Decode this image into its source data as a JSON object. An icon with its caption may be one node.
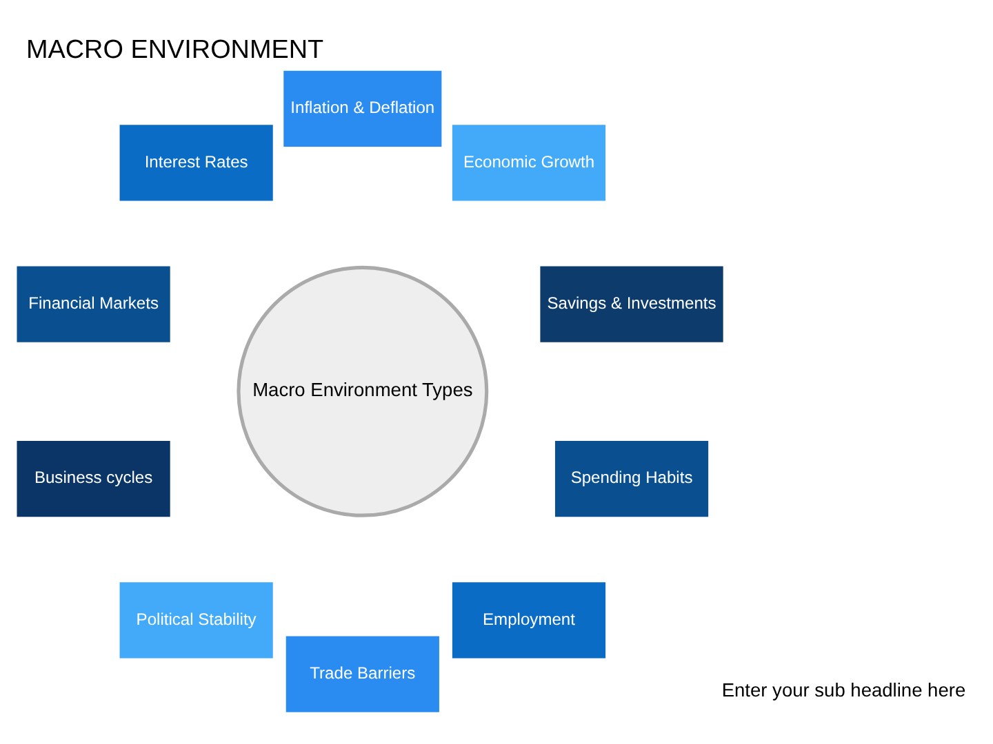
{
  "diagram": {
    "title": "MACRO ENVIRONMENT",
    "nodes": [
      {
        "text": [
          "Macro Environment Types"
        ]
      },
      {
        "text": [
          "Savings & Investments"
        ]
      },
      {
        "text": [
          "Economic Growth"
        ]
      },
      {
        "text": [
          "Inflation & Deflation"
        ]
      },
      {
        "text": [
          "Interest Rates"
        ]
      },
      {
        "text": [
          "Financial Markets"
        ]
      },
      {
        "text": [
          "Business cycles"
        ]
      },
      {
        "text": [
          "Political Stability"
        ]
      },
      {
        "text": [
          "Trade Barriers"
        ]
      },
      {
        "text": [
          "Employment"
        ]
      },
      {
        "text": [
          "Spending Habits"
        ]
      }
    ],
    "edges": [],
    "labels": [
      "Enter your sub headline here"
    ]
  }
}
